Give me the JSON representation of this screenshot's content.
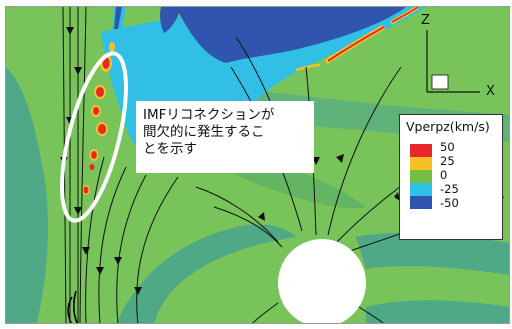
{
  "annotation": {
    "lines": [
      "IMFリコネクションが",
      "間欠的に発生するこ",
      "とを示す"
    ]
  },
  "legend": {
    "title": "Vperpz(km/s)",
    "levels": [
      {
        "label": "50",
        "color": "#e8282a"
      },
      {
        "label": "25",
        "color": "#f5c026"
      },
      {
        "label": "0",
        "color": "#74bf42"
      },
      {
        "label": "-25",
        "color": "#2fc3e9"
      },
      {
        "label": "-50",
        "color": "#2f55b0"
      }
    ]
  },
  "axes": {
    "z_label": "Z",
    "x_label": "X"
  },
  "colors": {
    "background": "#78c35a",
    "mid_green": "#5aae55",
    "teal": "#4ea787",
    "light_blue": "#30bfe6",
    "dark_blue": "#2e54ad",
    "red": "#e42a25",
    "yellow": "#f5c12a",
    "streamline": "#111111",
    "planet": "#ffffff",
    "highlight_ellipse": "#ffffff"
  }
}
